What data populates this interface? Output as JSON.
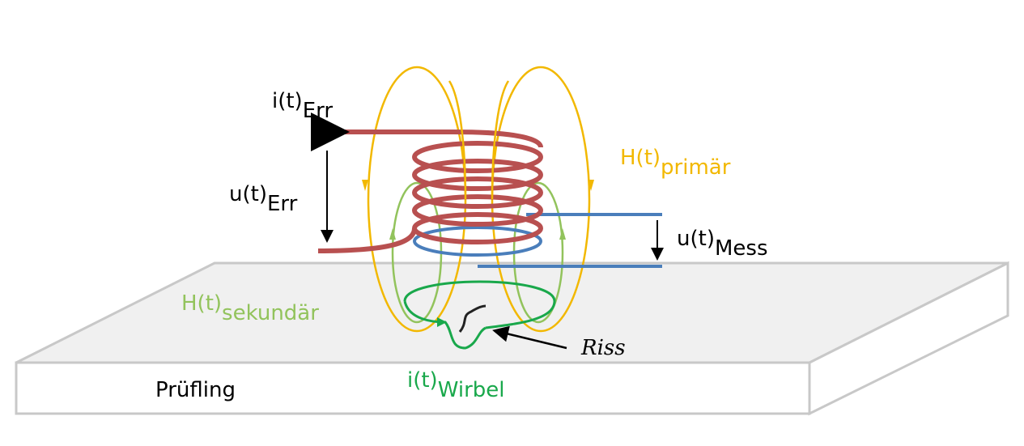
{
  "colors": {
    "excitation_coil": "#b85050",
    "measurement_coil": "#4a7ebb",
    "primary_field": "#f2b800",
    "secondary_field": "#92c35c",
    "eddy_current": "#19a84b",
    "specimen_fill": "#f0f0f0",
    "specimen_stroke": "#c8c8c8",
    "text": "#000000"
  },
  "labels": {
    "i_err": {
      "base": "i(t)",
      "sub": "Err"
    },
    "u_err": {
      "base": "u(t)",
      "sub": "Err"
    },
    "h_primaer": {
      "base": "H(t)",
      "sub": "primär"
    },
    "u_mess": {
      "base": "u(t)",
      "sub": "Mess"
    },
    "h_sekundaer": {
      "base": "H(t)",
      "sub": "sekundär"
    },
    "i_wirbel": {
      "base": "i(t)",
      "sub": "Wirbel"
    },
    "riss": "Riss",
    "pruefling": "Prüfling"
  }
}
